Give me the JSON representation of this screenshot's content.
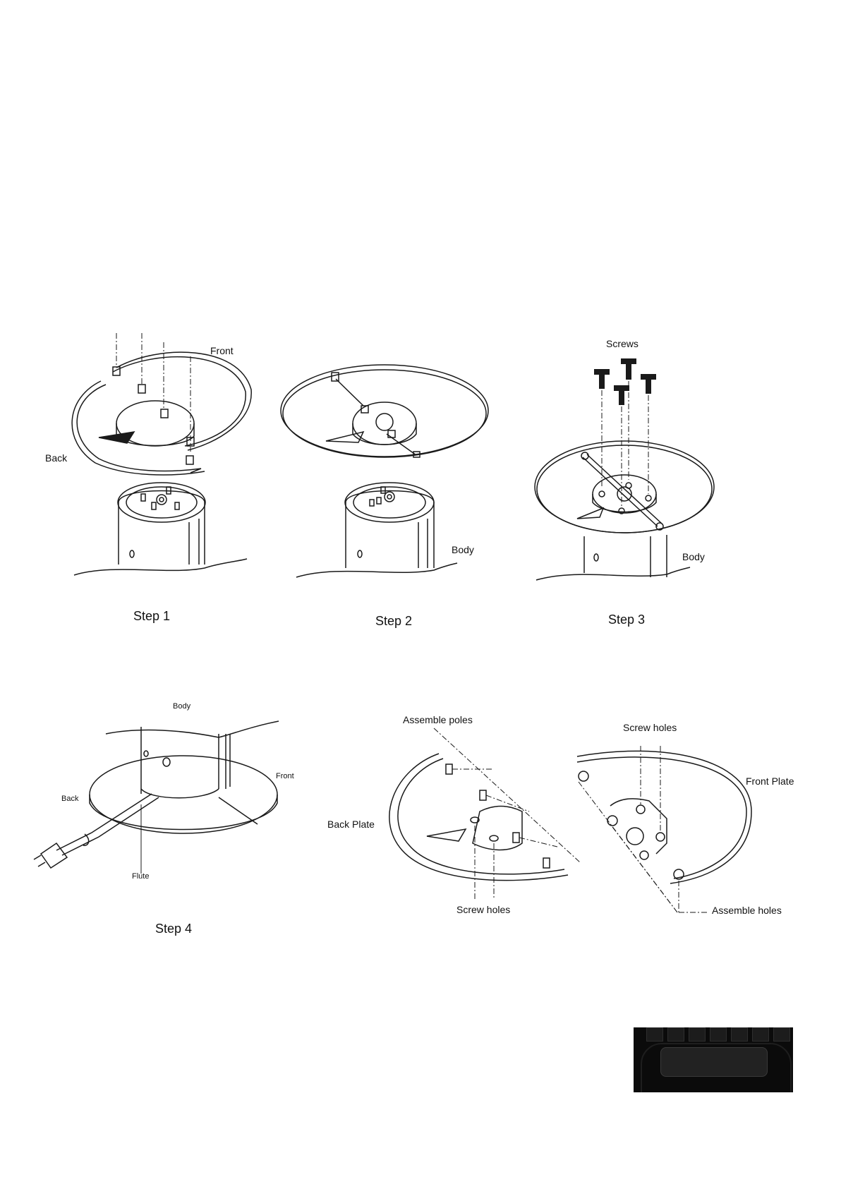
{
  "steps": {
    "step1": "Step 1",
    "step2": "Step 2",
    "step3": "Step  3",
    "step4": "Step 4"
  },
  "parts": {
    "front": "Front",
    "back": "Back",
    "body_step2": "Body",
    "body_step3": "Body",
    "screws": "Screws",
    "body_step4": "Body",
    "front_step4": "Front",
    "back_step4": "Back",
    "flute": "Flute",
    "assemble_poles": "Assemble poles",
    "back_plate": "Back Plate",
    "screw_holes_back": "Screw holes",
    "screw_holes_front": "Screw holes",
    "front_plate": "Front Plate",
    "assemble_holes": "Assemble holes"
  },
  "colors": {
    "line": "#1a1a1a",
    "ink": "#111111",
    "photo_bg": "#0b0b0b"
  }
}
